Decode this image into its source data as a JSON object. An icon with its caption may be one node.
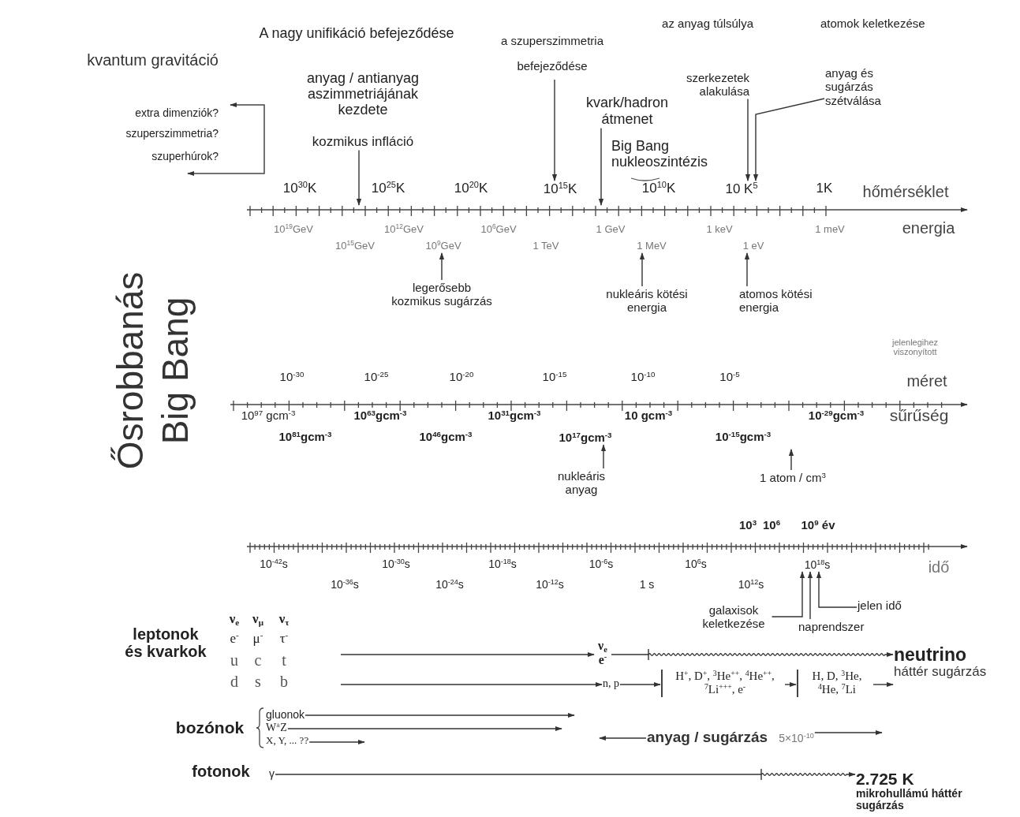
{
  "diagram": {
    "nodes": [
      {
        "text": [
          "kozmikus infláció"
        ]
      },
      {
        "text": [
          "a szuperszimmetria befejeződése"
        ]
      },
      {
        "text": [
          "kvark/hadron átmenet"
        ]
      },
      {
        "text": [
          "szerkezetek alakulása"
        ]
      },
      {
        "text": [
          "anyag és sugárzás szétválása"
        ]
      },
      {
        "text": [
          "legerősebb kozmikus sugárzás"
        ]
      },
      {
        "text": [
          "nukleáris kötési energia"
        ]
      },
      {
        "text": [
          "atomos kötési energia"
        ]
      },
      {
        "text": [
          "nukleáris anyag"
        ]
      },
      {
        "text": [
          "1 atom / cm$^{3}$"
        ]
      },
      {
        "text": [
          "galaxisok keletkezése"
        ]
      },
      {
        "text": [
          "naprendszer"
        ]
      },
      {
        "text": [
          "jelen idő"
        ]
      },
      {
        "text": [
          "ν$_{e}$",
          "e$^{-}$"
        ]
      },
      {
        "text": [
          "neutrino",
          "háttér sugárzás"
        ]
      },
      {
        "text": [
          "n, p"
        ]
      },
      {
        "text": [
          "H$^{+}$, D$^{+}$, $^{3}$He$^{++}$, $^{4}$He$^{++}$, $^{7}$Li$^{+++}$, e$^{-}$"
        ]
      },
      {
        "text": [
          "H, D, $^{3}$He, $^{4}$He, $^{7}$Li"
        ]
      },
      {
        "text": [
          "gluonok"
        ]
      },
      {
        "text": [
          "W$^{±}$Z"
        ]
      },
      {
        "text": [
          "X, Y, ... ??"
        ]
      },
      {
        "text": [
          "anyag / sugárzás",
          "5×10$^{-10}$"
        ]
      },
      {
        "text": [
          "γ"
        ]
      },
      {
        "text": [
          "2.725 K",
          "mikrohullámú háttér sugárzás"
        ]
      },
      {
        "text": [
          "10$^{15}$K"
        ]
      },
      {
        "text": [
          "10 K$^{5}$"
        ]
      },
      {
        "text": [
          "10$^{17}$gcm$^{-3}$"
        ]
      },
      {
        "text": [
          "10$^{9}$GeV"
        ]
      },
      {
        "text": [
          "1 MeV"
        ]
      },
      {
        "text": [
          "1 eV"
        ]
      },
      {
        "text": [
          "10$^{18}$s"
        ]
      },
      {
        "text": [],
        "shape": "line"
      }
    ],
    "edges": [
      {
        "from": 0,
        "to": 31,
        "arrow": "to"
      },
      {
        "from": 1,
        "to": 24,
        "arrow": "to"
      },
      {
        "from": 2,
        "to": 31,
        "arrow": "to"
      },
      {
        "from": 3,
        "to": 25,
        "arrow": "to"
      },
      {
        "from": 4,
        "to": 25,
        "arrow": "to"
      },
      {
        "from": 5,
        "to": 27,
        "arrow": "to"
      },
      {
        "from": 6,
        "to": 28,
        "arrow": "to"
      },
      {
        "from": 7,
        "to": 29,
        "arrow": "to"
      },
      {
        "from": 8,
        "to": 26,
        "arrow": "to"
      },
      {
        "from": 9,
        "to": null,
        "arrow": "to"
      },
      {
        "from": 10,
        "to": 30,
        "arrow": "to"
      },
      {
        "from": 11,
        "to": 30,
        "arrow": "to"
      },
      {
        "from": 12,
        "to": 30,
        "arrow": "to"
      },
      {
        "from": null,
        "to": 13,
        "arrow": "to"
      },
      {
        "from": 13,
        "to": 14,
        "arrow": "to"
      },
      {
        "from": null,
        "to": 15,
        "arrow": "to"
      },
      {
        "from": 15,
        "to": 16,
        "arrow": "to"
      },
      {
        "from": 16,
        "to": 17,
        "arrow": "to"
      },
      {
        "from": 17,
        "to": 14,
        "arrow": "to"
      },
      {
        "from": 18,
        "to": null,
        "arrow": "to"
      },
      {
        "from": 19,
        "to": null,
        "arrow": "to"
      },
      {
        "from": 20,
        "to": null,
        "arrow": "to"
      },
      {
        "from": 21,
        "to": null,
        "arrow": "to"
      },
      {
        "from": 21,
        "to": null,
        "arrow": "to"
      },
      {
        "from": 22,
        "to": 23,
        "arrow": "to"
      }
    ],
    "labels": [
      "A nagy unifikáció befejeződése",
      "az anyag túlsúlya",
      "atomok keletkezése",
      "kvantum gravitáció",
      "anyag / antianyag aszimmetriájának kezdete",
      "extra dimenziók?",
      "szuperszimmetria?",
      "szuperhúrok?",
      "Big Bang nukleoszintézis",
      "10$^{30}$K",
      "10$^{25}$K",
      "10$^{20}$K",
      "10$^{10}$K",
      "1K",
      "hőmérséklet",
      "10$^{19}$GeV",
      "10$^{15}$GeV",
      "10$^{12}$GeV",
      "10$^{6}$GeV",
      "1 TeV",
      "1 GeV",
      "1 keV",
      "1 meV",
      "energia",
      "Ősrobbanás",
      "Big Bang",
      "jelenlegihez viszonyított",
      "10$^{-30}$",
      "10$^{-25}$",
      "10$^{-20}$",
      "10$^{-15}$",
      "10$^{-10}$",
      "10$^{-5}$",
      "méret",
      "10$^{97}$ gcm$^{-3}$",
      "10$^{63}$gcm$^{-3}$",
      "10$^{31}$gcm$^{-3}$",
      "10 gcm$^{-3}$",
      "10$^{-29}$gcm$^{-3}$",
      "sűrűség",
      "10$^{81}$gcm$^{-3}$",
      "10$^{46}$gcm$^{-3}$",
      "10$^{-15}$gcm$^{-3}$",
      "10$^{3}$",
      "10$^{6}$",
      "10$^{9}$ év",
      "10$^{-42}$s",
      "10$^{-30}$s",
      "10$^{-18}$s",
      "10$^{-6}$s",
      "10$^{6}$s",
      "idő",
      "10$^{-36}$s",
      "10$^{-24}$s",
      "10$^{-12}$s",
      "1 s",
      "10$^{12}$s",
      "leptonok és kvarkok",
      "ν$_{e}$",
      "ν$_{μ}$",
      "ν$_{τ}$",
      "e$^{-}$",
      "μ$^{-}$",
      "τ$^{-}$",
      "u",
      "c",
      "t",
      "d",
      "s",
      "b",
      "bozónok",
      "fotonok"
    ]
  }
}
